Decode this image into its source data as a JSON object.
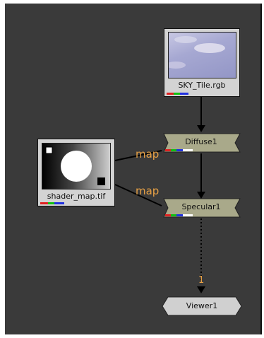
{
  "colors": {
    "background": "#3a3a3a",
    "node_read": "#d3d3d3",
    "node_op": "#a9a98a",
    "node_viewer": "#d0d0d0",
    "edge_label": "#e8a145",
    "edge": "#000000"
  },
  "nodes": {
    "sky_tile": {
      "label": "SKY_Tile.rgb"
    },
    "shader_map": {
      "label": "shader_map.tif"
    },
    "diffuse": {
      "label": "Diffuse1"
    },
    "specular": {
      "label": "Specular1"
    },
    "viewer": {
      "label": "Viewer1"
    }
  },
  "edges": {
    "map_to_diffuse": "map",
    "map_to_specular": "map",
    "viewer_input": "1"
  }
}
